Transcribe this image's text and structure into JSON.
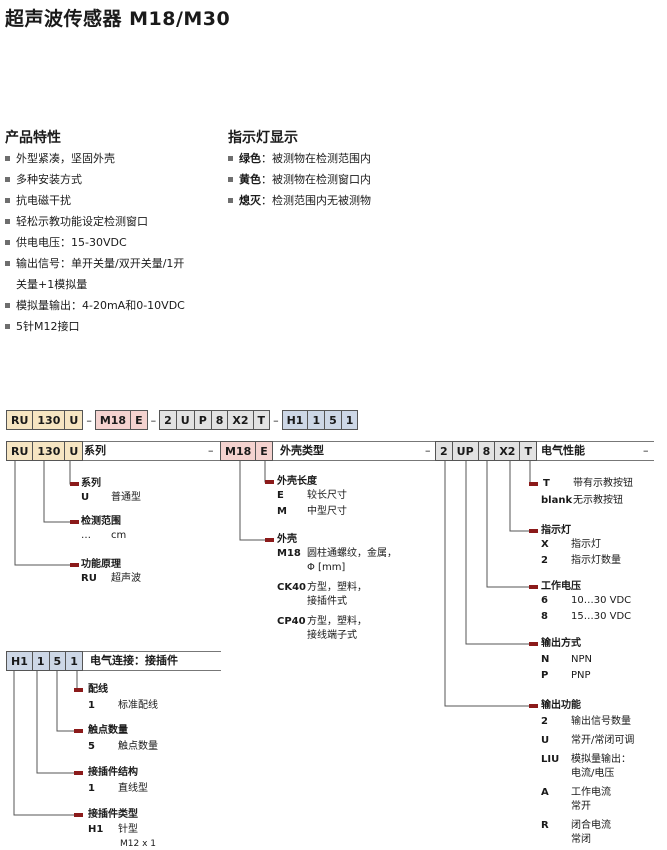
{
  "title": "超声波传感器 M18/M30",
  "features": {
    "heading": "产品特性",
    "items": [
      "外型紧凑，坚固外壳",
      "多种安装方式",
      "抗电磁干扰",
      "轻松示教功能设定检测窗口",
      "供电电压：15-30VDC",
      "输出信号：单开关量/双开关量/1开",
      "模拟量输出：4-20mA和0-10VDC",
      "5针M12接口"
    ],
    "continuation": "关量+1模拟量"
  },
  "indicators": {
    "heading": "指示灯显示",
    "items": [
      {
        "label": "绿色",
        "text": "：被测物在检测范围内"
      },
      {
        "label": "黄色",
        "text": "：被测物在检测窗口内"
      },
      {
        "label": "熄灭",
        "text": "：检测范围内无被测物"
      }
    ]
  },
  "example_code": [
    "RU",
    "130",
    "U",
    "–",
    "M18",
    "E",
    "–",
    "2",
    "U",
    "P",
    "8",
    "X2",
    "T",
    "–",
    "H1",
    "1",
    "5",
    "1"
  ],
  "row2": {
    "group1": [
      "RU",
      "130",
      "U"
    ],
    "group1_label": "系列",
    "group2": [
      "M18",
      "E"
    ],
    "group2_label": "外壳类型",
    "group3": [
      "2",
      "UP",
      "8",
      "X2",
      "T"
    ],
    "group3_label": "电气性能",
    "dash": "–"
  },
  "series": {
    "series_head": "系列",
    "series_code": "U",
    "series_val": "普通型",
    "range_head": "检测范围",
    "range_code": "…",
    "range_val": "cm",
    "principle_head": "功能原理",
    "principle_code": "RU",
    "principle_val": "超声波"
  },
  "housing": {
    "length_head": "外壳长度",
    "length": [
      {
        "k": "E",
        "v": "较长尺寸"
      },
      {
        "k": "M",
        "v": "中型尺寸"
      }
    ],
    "shell_head": "外壳",
    "shell": [
      {
        "k": "M18",
        "v1": "圆柱通螺纹，金属，",
        "v2": "Φ [mm]"
      },
      {
        "k": "CK40",
        "v1": "方型，塑料，",
        "v2": "接插件式"
      },
      {
        "k": "CP40",
        "v1": "方型，塑料，",
        "v2": "接线端子式"
      }
    ]
  },
  "electrical": {
    "teach": [
      {
        "k": "T",
        "v": "带有示教按钮"
      },
      {
        "k": "blank",
        "v": "无示教按钮"
      }
    ],
    "led_head": "指示灯",
    "led": [
      {
        "k": "X",
        "v": "指示灯"
      },
      {
        "k": "2",
        "v": "指示灯数量"
      }
    ],
    "voltage_head": "工作电压",
    "voltage": [
      {
        "k": "6",
        "v": "10…30 VDC"
      },
      {
        "k": "8",
        "v": "15…30 VDC"
      }
    ],
    "output_head": "输出方式",
    "output": [
      {
        "k": "N",
        "v": "NPN"
      },
      {
        "k": "P",
        "v": "PNP"
      }
    ],
    "func_head": "输出功能",
    "func": [
      {
        "k": "2",
        "v1": "输出信号数量",
        "v2": ""
      },
      {
        "k": "U",
        "v1": "常开/常闭可调",
        "v2": ""
      },
      {
        "k": "LIU",
        "v1": "模拟量输出：",
        "v2": "电流/电压"
      },
      {
        "k": "A",
        "v1": "工作电流",
        "v2": "常开"
      },
      {
        "k": "R",
        "v1": "闭合电流",
        "v2": "常闭"
      }
    ]
  },
  "connection": {
    "codes": [
      "H1",
      "1",
      "5",
      "1"
    ],
    "label": "电气连接：接插件",
    "wiring_head": "配线",
    "wiring_code": "1",
    "wiring_val": "标准配线",
    "contacts_head": "触点数量",
    "contacts_code": "5",
    "contacts_val": "触点数量",
    "struct_head": "接插件结构",
    "struct_code": "1",
    "struct_val": "直线型",
    "type_head": "接插件类型",
    "type_code": "H1",
    "type_val": "针型",
    "type_val2": "M12 x 1"
  },
  "colors": {
    "ru": "#f6e5c2",
    "housing": "#f4d2cf",
    "output": "#e2e2e2",
    "connector": "#cdd7e6",
    "accent_line": "#8b1a1a"
  }
}
